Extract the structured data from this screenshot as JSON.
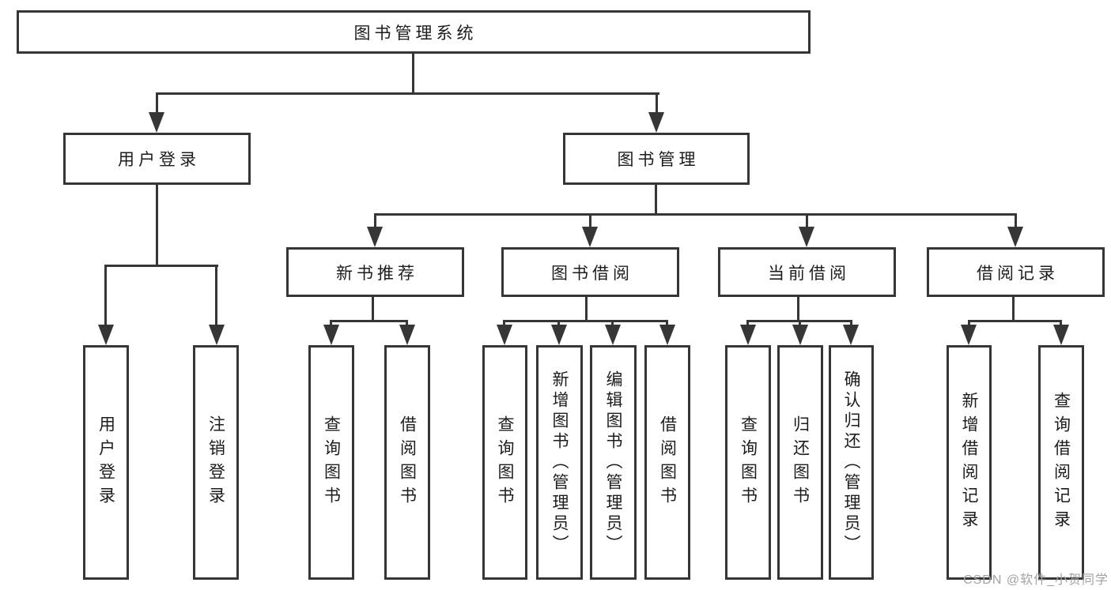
{
  "diagram": {
    "title": "图书管理系统",
    "branches": [
      {
        "label": "用户登录",
        "leaves": [
          "用户登录",
          "注销登录"
        ]
      },
      {
        "label": "图书管理",
        "sections": [
          {
            "label": "新书推荐",
            "leaves": [
              "查询图书",
              "借阅图书"
            ]
          },
          {
            "label": "图书借阅",
            "leaves": [
              "查询图书",
              "新增图书（管理员）",
              "编辑图书（管理员）",
              "借阅图书"
            ]
          },
          {
            "label": "当前借阅",
            "leaves": [
              "查询图书",
              "归还图书",
              "确认归还（管理员）"
            ]
          },
          {
            "label": "借阅记录",
            "leaves": [
              "新增借阅记录",
              "查询借阅记录"
            ]
          }
        ]
      }
    ]
  },
  "watermark": "CSDN @软件_小贺同学",
  "colors": {
    "line": "#363636",
    "text": "#1c1c1c",
    "background": "#ffffff",
    "watermark": "#a2a2a2"
  }
}
